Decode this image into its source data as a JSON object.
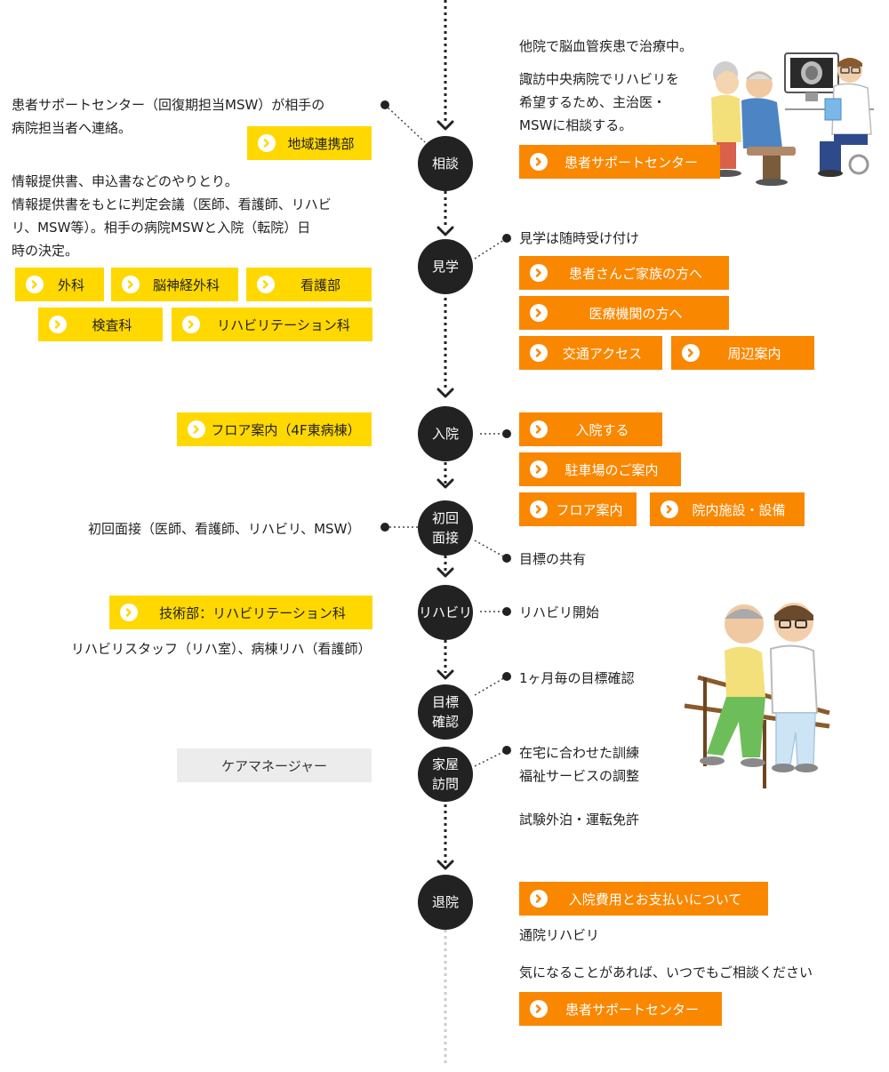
{
  "colors": {
    "yellow": "#ffd800",
    "orange": "#fa8700",
    "gray": "#ececec",
    "node": "#222222"
  },
  "nodes": [
    "相談",
    "見学",
    "入院",
    "初回\n面接",
    "リハビリ",
    "目標\n確認",
    "家屋\n訪問",
    "退院"
  ],
  "left": {
    "msw_text": [
      "患者サポートセンター（回復期担当MSW）が相手の",
      "病院担当者へ連絡。"
    ],
    "chiiki": "地域連携部",
    "info_text": [
      "情報提供書、申込書などのやりとり。",
      "情報提供書をもとに判定会議（医師、看護師、リハビ",
      "リ、MSW等）。相手の病院MSWと入院（転院）日",
      "時の決定。"
    ],
    "geka": "外科",
    "noushinkei": "脳神経外科",
    "kango": "看護部",
    "kensa": "検査科",
    "reha_ka": "リハビリテーション科",
    "floor_4f": "フロア案内（4F東病棟）",
    "shokai_text": "初回面接（医師、看護師、リハビリ、MSW）",
    "gijutsu": "技術部：リハビリテーション科",
    "staff_text": "リハビリスタッフ（リハ室）、病棟リハ（看護師）",
    "care_manager": "ケアマネージャー"
  },
  "right": {
    "tain_text": "他院で脳血管疾患で治療中。",
    "suwa_text": [
      "諏訪中央病院でリハビリを",
      "希望するため、主治医・",
      "MSWに相談する。"
    ],
    "support1": "患者サポートセンター",
    "kengaku_text": "見学は随時受け付け",
    "kanja": "患者さんご家族の方へ",
    "iryo": "医療機関の方へ",
    "kotsu": "交通アクセス",
    "shuhen": "周辺案内",
    "nyuin_btn": "入院する",
    "chusha": "駐車場のご案内",
    "floor": "フロア案内",
    "shisetsu": "院内施設・設備",
    "mokuhyo_kyoyu": "目標の共有",
    "reha_kaishi": "リハビリ開始",
    "monthly": "1ヶ月毎の目標確認",
    "zaitaku": [
      "在宅に合わせた訓練",
      "福祉サービスの調整"
    ],
    "shiken": "試験外泊・運転免許",
    "hiyo": "入院費用とお支払いについて",
    "tsuin": "通院リハビリ",
    "soudan_text": "気になることがあれば、いつでもご相談ください",
    "support2": "患者サポートセンター"
  }
}
